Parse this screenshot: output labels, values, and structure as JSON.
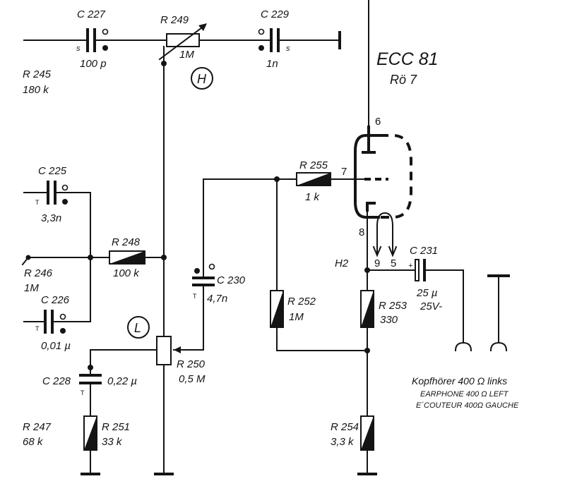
{
  "tube": {
    "type": "ECC 81",
    "position": "Rö 7",
    "pins": {
      "anode": "6",
      "grid": "7",
      "cathode": "8",
      "heater_a": "9",
      "heater_b": "5"
    }
  },
  "labels": {
    "c227": "C 227",
    "c227_val": "100 p",
    "c227_tag": "s",
    "r249": "R 249",
    "r249_val": "1M",
    "c229": "C 229",
    "c229_val": "1n",
    "c229_tag": "s",
    "r245": "R 245",
    "r245_val": "180 k",
    "h_marker": "H",
    "l_marker": "L",
    "c225": "C 225",
    "c225_val": "3,3n",
    "c225_tag": "T",
    "r246": "R 246",
    "r246_val": "1M",
    "r248": "R 248",
    "r248_val": "100 k",
    "c226": "C 226",
    "c226_val": "0,01 µ",
    "c226_tag": "T",
    "r255": "R 255",
    "r255_val": "1 k",
    "c230": "C 230",
    "c230_val": "4,7n",
    "c230_tag": "T",
    "r252": "R 252",
    "r252_val": "1M",
    "r253": "R 253",
    "r253_val": "330",
    "h2": "H2",
    "c231": "C 231",
    "c231_val": "25 µ",
    "c231_volt": "25V-",
    "c231_plus": "+",
    "r250": "R 250",
    "r250_val": "0,5 M",
    "c228": "C 228",
    "c228_val": "0,22 µ",
    "c228_tag": "T",
    "r247": "R 247",
    "r247_val": "68 k",
    "r251": "R 251",
    "r251_val": "33 k",
    "r254": "R 254",
    "r254_val": "3,3 k"
  },
  "note": {
    "line1": "Kopfhörer 400 Ω links",
    "line2": "EARPHONE 400 Ω LEFT",
    "line3": "E´COUTEUR 400Ω GAUCHE"
  }
}
